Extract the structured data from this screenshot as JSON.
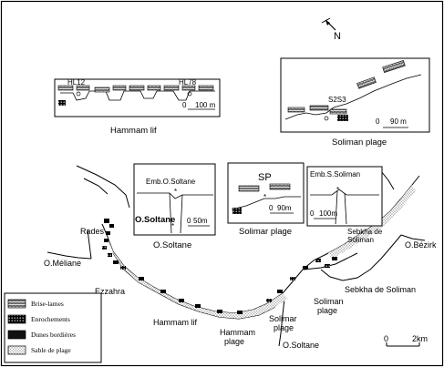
{
  "north": {
    "label": "N"
  },
  "insets": {
    "hammam_lif": {
      "title": "Hammam lif",
      "label_a": "HL12",
      "label_b": "HL78",
      "scale": "100 m",
      "scale_zero": "0"
    },
    "soliman_plage": {
      "title": "Soliman plage",
      "label": "S2S3",
      "scale": "90 m",
      "scale_zero": "0"
    },
    "o_soltane": {
      "title": "O.Soltane",
      "label_top": "Emb.O.Soltane",
      "label_mid": "O.Soltane",
      "scale": "50m",
      "scale_zero": "0"
    },
    "solimar": {
      "title": "Solimar plage",
      "label": "SP",
      "scale": "90m",
      "scale_zero": "0"
    },
    "emb_soliman": {
      "title": "Emb.S.Soliman",
      "label_a": "Sebkha de",
      "label_b": "Soliman",
      "scale": "100m",
      "scale_zero": "0"
    }
  },
  "places": {
    "rades": "Rades",
    "o_meliane": "O.Méliane",
    "ezzahra": "Ezzahra",
    "hammam_lif": "Hammam lif",
    "hammam_plage_a": "Hammam",
    "hammam_plage_b": "plage",
    "o_soltane": "O.Soltane",
    "solimar_a": "Solimar",
    "solimar_b": "plage",
    "soliman_a": "Soliman",
    "soliman_b": "plage",
    "sebkha": "Sebkha de Soliman",
    "o_bezirk": "O.Bézirk"
  },
  "scale_main": {
    "zero": "0",
    "label": "2km"
  },
  "legend": {
    "items": [
      {
        "label": "Brise-lames",
        "pattern": "breakwater"
      },
      {
        "label": "Enrochements",
        "pattern": "riprap"
      },
      {
        "label": "Dunes bordières",
        "pattern": "dunes"
      },
      {
        "label": "Sable de plage",
        "pattern": "sand"
      }
    ]
  }
}
